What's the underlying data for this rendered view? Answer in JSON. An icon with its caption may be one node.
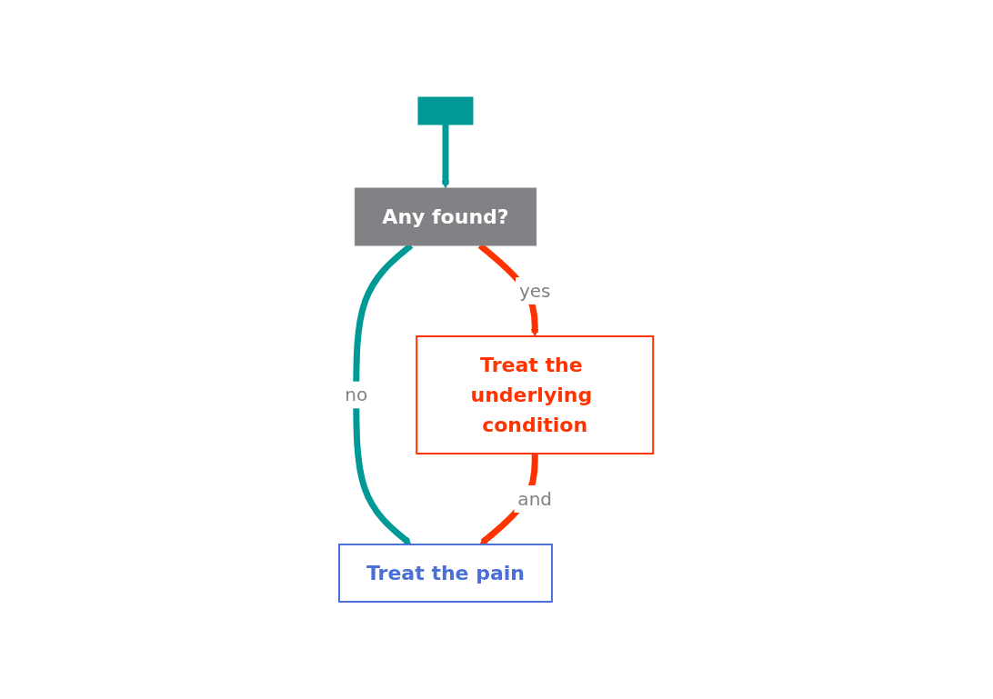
{
  "diagram": {
    "nodes": [
      {
        "text": [],
        "shape": "bar"
      },
      {
        "text": [
          "Any found?"
        ]
      },
      {
        "text": [
          "Treat the underlying condition"
        ]
      },
      {
        "text": [
          "Treat the pain"
        ]
      }
    ],
    "edges": [
      {
        "from": 0,
        "to": 1,
        "arrow": "to",
        "color": "#009a96"
      },
      {
        "from": 1,
        "to": 2,
        "arrow": "to",
        "label": "yes",
        "color": "#ff3300"
      },
      {
        "from": 1,
        "to": 3,
        "arrow": "to",
        "label": "no",
        "color": "#009a96"
      },
      {
        "from": 2,
        "to": 3,
        "arrow": "to",
        "label": "and",
        "color": "#ff3300"
      }
    ]
  }
}
